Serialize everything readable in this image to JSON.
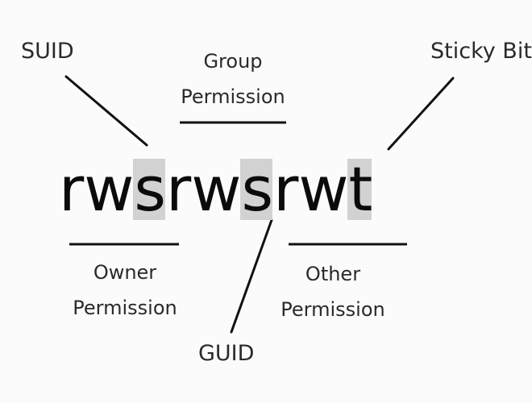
{
  "labels": {
    "suid": "SUID",
    "sticky": "Sticky Bit",
    "guid": "GUID",
    "group_line1": "Group",
    "group_line2": "Permission",
    "owner_line1": "Owner",
    "owner_line2": "Permission",
    "other_line1": "Other",
    "other_line2": "Permission"
  },
  "permission_string": [
    "r",
    "w",
    "s",
    "r",
    "w",
    "s",
    "r",
    "w",
    "t"
  ],
  "highlighted_positions": [
    2,
    5,
    8
  ],
  "colors": {
    "text": "#2a2a2a",
    "permission_text": "#0b0b0b",
    "highlight": "#d2d2d2",
    "line": "#111111",
    "background": "#fbfbfb"
  }
}
